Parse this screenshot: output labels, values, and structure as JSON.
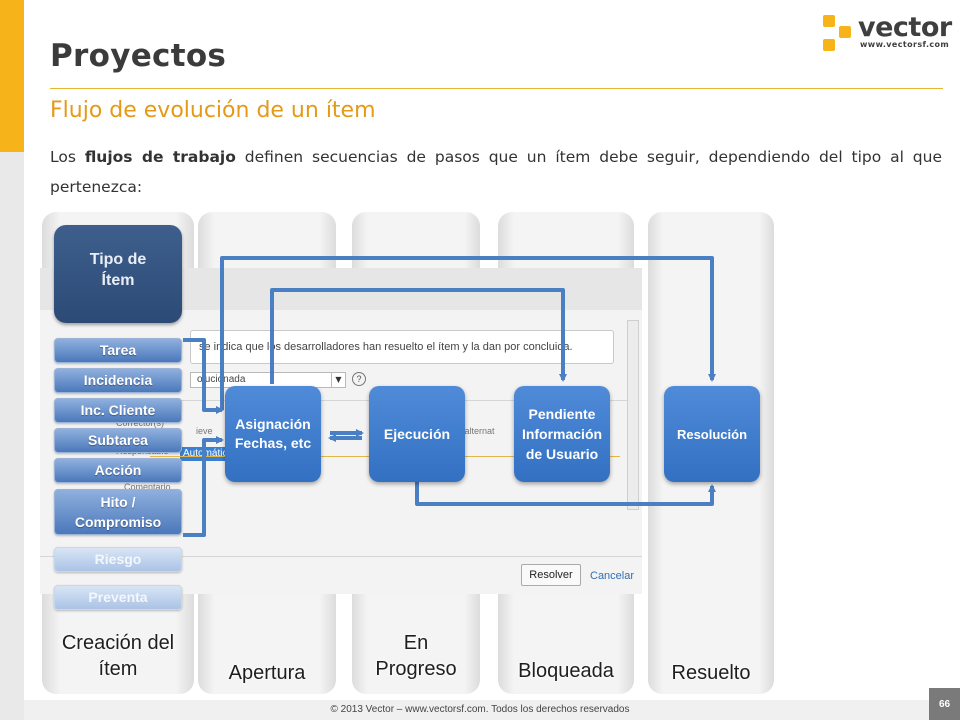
{
  "slide": {
    "title": "Proyectos",
    "subtitle": "Flujo de evolución de un ítem",
    "intro_prefix": "Los ",
    "intro_bold": "flujos de trabajo",
    "intro_rest": " definen secuencias de pasos que un ítem debe seguir, dependiendo del tipo al que pertenezca:",
    "page_number": "66",
    "footer": "© 2013 Vector – www.vectorsf.com. Todos los derechos reservados"
  },
  "logo": {
    "name": "vector",
    "url": "www.vectorsf.com",
    "icon": "vector-logo-icon",
    "color": "#f7b31a"
  },
  "columns": [
    {
      "id": "creacion",
      "label_line1": "Creación del",
      "label_line2": "ítem"
    },
    {
      "id": "apertura",
      "label": "Apertura"
    },
    {
      "id": "en-progreso",
      "label_line1": "En",
      "label_line2": "Progreso"
    },
    {
      "id": "bloqueada",
      "label": "Bloqueada"
    },
    {
      "id": "resuelto",
      "label": "Resuelto"
    }
  ],
  "tipo_item": {
    "line1": "Tipo de",
    "line2": "Ítem"
  },
  "item_types": [
    {
      "label": "Tarea",
      "active": true
    },
    {
      "label": "Incidencia",
      "active": true
    },
    {
      "label": "Inc. Cliente",
      "active": true
    },
    {
      "label": "Subtarea",
      "active": true
    },
    {
      "label": "Acción",
      "active": true
    },
    {
      "label": "Hito / Compromiso",
      "line1": "Hito /",
      "line2": "Compromiso",
      "active": true
    },
    {
      "label": "Riesgo",
      "active": false
    },
    {
      "label": "Preventa",
      "active": false
    }
  ],
  "states": [
    {
      "id": "asignacion",
      "line1": "Asignación",
      "line2": "Fechas, etc"
    },
    {
      "id": "ejecucion",
      "label": "Ejecución"
    },
    {
      "id": "pendiente",
      "line1": "Pendiente",
      "line2": "Información",
      "line3": "de Usuario"
    },
    {
      "id": "resolucion",
      "label": "Resolución"
    }
  ],
  "background_form": {
    "description": "se indica que los desarrolladores han resuelto el ítem y la dan por concluida.",
    "select_value": "olucionada",
    "row_corrector": "Corrector(s)",
    "row_responsable": "Responsable",
    "row_comentario": "Comentario",
    "row_hint_1": "ieve",
    "row_hint_2": "ticia alternat",
    "auto_value": "Automátic",
    "resolve_button": "Resolver",
    "cancel_link": "Cancelar"
  },
  "colors": {
    "accent": "#f7b31a",
    "subtitle": "#e49a17",
    "state_blue": "#3f7fd0",
    "tipo_dark": "#2f4d7a",
    "arrow": "#4a7fc4"
  }
}
